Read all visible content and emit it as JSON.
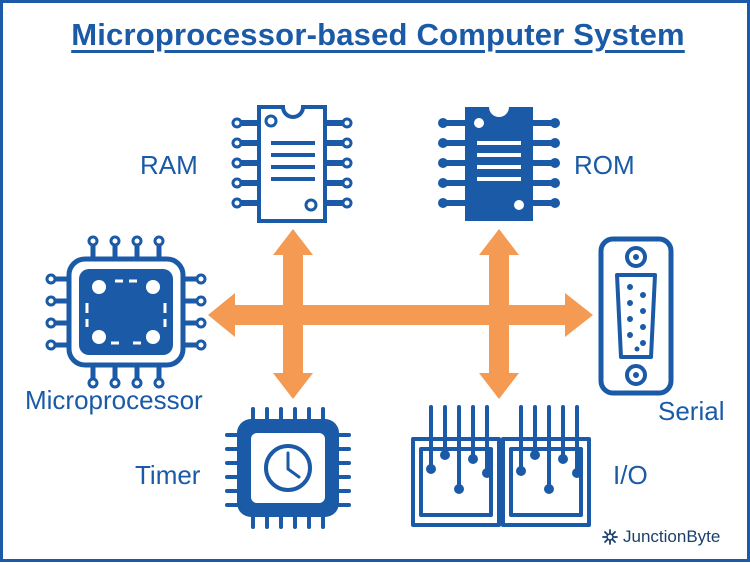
{
  "title": "Microprocessor-based Computer System",
  "labels": {
    "ram": "RAM",
    "rom": "ROM",
    "microprocessor": "Microprocessor",
    "serial": "Serial",
    "timer": "Timer",
    "io": "I/O"
  },
  "brand": {
    "name": "JunctionByte",
    "icon": "junctionbyte-logo-icon"
  },
  "colors": {
    "primary": "#1a5aa6",
    "bus": "#f59a52",
    "background": "#ffffff"
  }
}
